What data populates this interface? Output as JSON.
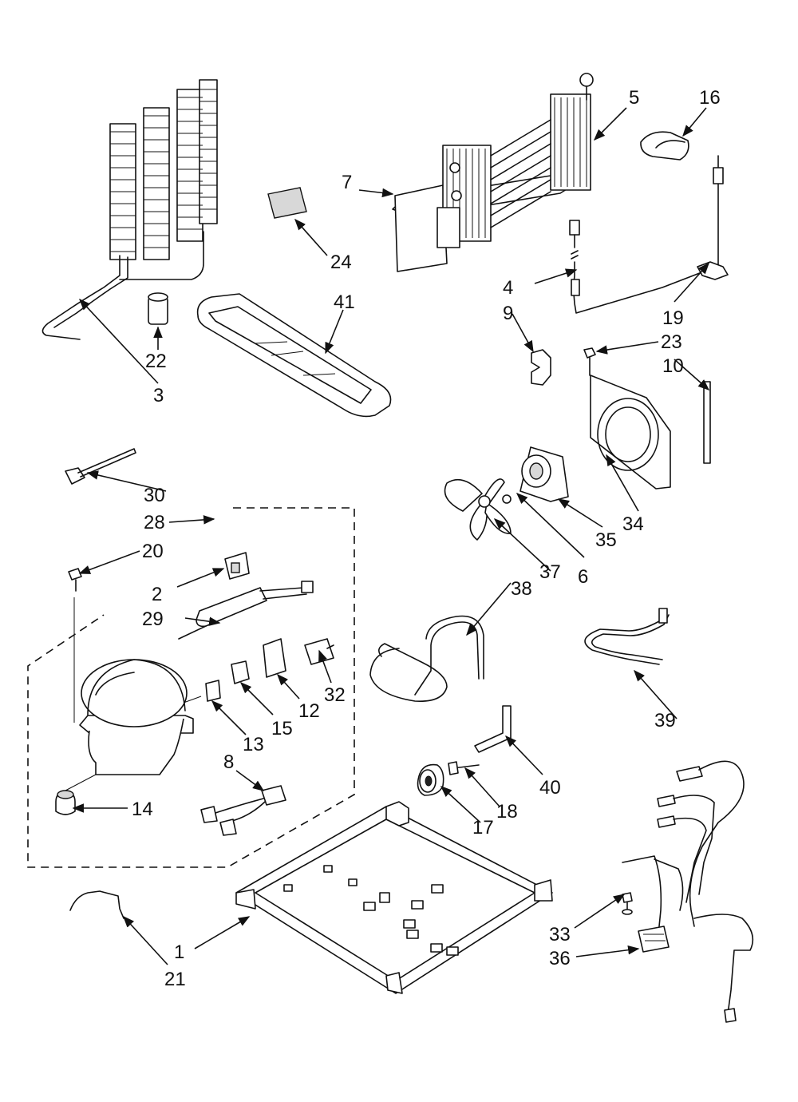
{
  "callouts": [
    {
      "id": "c1",
      "label": "1"
    },
    {
      "id": "c2",
      "label": "2"
    },
    {
      "id": "c3",
      "label": "3"
    },
    {
      "id": "c4",
      "label": "4"
    },
    {
      "id": "c5",
      "label": "5"
    },
    {
      "id": "c6",
      "label": "6"
    },
    {
      "id": "c7",
      "label": "7"
    },
    {
      "id": "c8",
      "label": "8"
    },
    {
      "id": "c9",
      "label": "9"
    },
    {
      "id": "c10",
      "label": "10"
    },
    {
      "id": "c12",
      "label": "12"
    },
    {
      "id": "c13",
      "label": "13"
    },
    {
      "id": "c14",
      "label": "14"
    },
    {
      "id": "c15",
      "label": "15"
    },
    {
      "id": "c16",
      "label": "16"
    },
    {
      "id": "c17",
      "label": "17"
    },
    {
      "id": "c18",
      "label": "18"
    },
    {
      "id": "c19",
      "label": "19"
    },
    {
      "id": "c20",
      "label": "20"
    },
    {
      "id": "c21",
      "label": "21"
    },
    {
      "id": "c22",
      "label": "22"
    },
    {
      "id": "c23",
      "label": "23"
    },
    {
      "id": "c24",
      "label": "24"
    },
    {
      "id": "c28",
      "label": "28"
    },
    {
      "id": "c29",
      "label": "29"
    },
    {
      "id": "c30",
      "label": "30"
    },
    {
      "id": "c32",
      "label": "32"
    },
    {
      "id": "c33",
      "label": "33"
    },
    {
      "id": "c34",
      "label": "34"
    },
    {
      "id": "c35",
      "label": "35"
    },
    {
      "id": "c36",
      "label": "36"
    },
    {
      "id": "c37",
      "label": "37"
    },
    {
      "id": "c38",
      "label": "38"
    },
    {
      "id": "c39",
      "label": "39"
    },
    {
      "id": "c40",
      "label": "40"
    },
    {
      "id": "c41",
      "label": "41"
    }
  ]
}
